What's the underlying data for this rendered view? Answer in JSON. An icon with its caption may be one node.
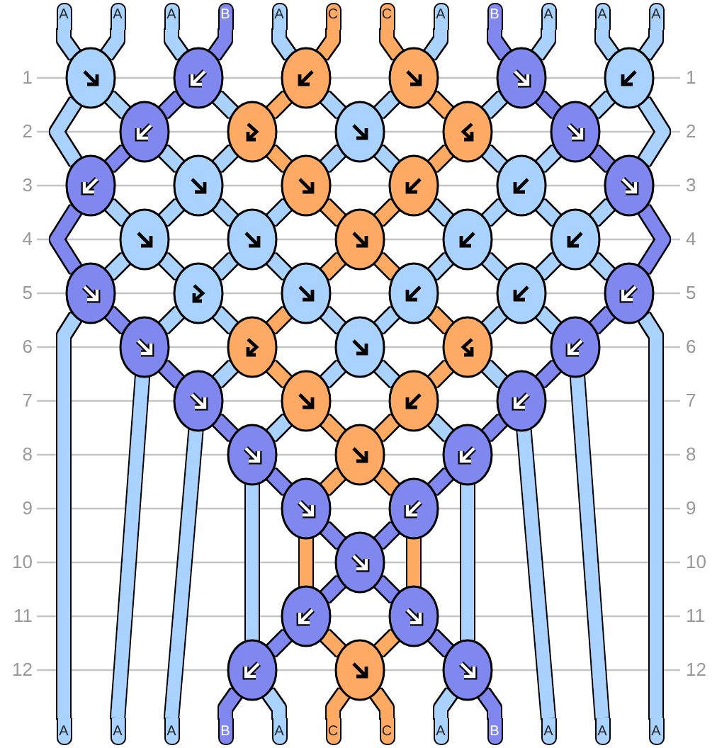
{
  "diagram": {
    "nodes": [
      {
        "text": [
          "A"
        ]
      },
      {
        "text": [
          "A"
        ]
      },
      {
        "text": [
          "A"
        ]
      },
      {
        "text": [
          "B"
        ]
      },
      {
        "text": [
          "A"
        ]
      },
      {
        "text": [
          "C"
        ]
      },
      {
        "text": [
          "C"
        ]
      },
      {
        "text": [
          "A"
        ]
      },
      {
        "text": [
          "B"
        ]
      },
      {
        "text": [
          "A"
        ]
      },
      {
        "text": [
          "A"
        ]
      },
      {
        "text": [
          "A"
        ]
      },
      {
        "text": [],
        "shape": "ellipse"
      },
      {
        "text": [],
        "shape": "ellipse"
      },
      {
        "text": [],
        "shape": "ellipse"
      },
      {
        "text": [],
        "shape": "ellipse"
      },
      {
        "text": [],
        "shape": "ellipse"
      },
      {
        "text": [],
        "shape": "ellipse"
      },
      {
        "text": [],
        "shape": "ellipse"
      },
      {
        "text": [],
        "shape": "ellipse"
      },
      {
        "text": [],
        "shape": "ellipse"
      },
      {
        "text": [],
        "shape": "ellipse"
      },
      {
        "text": [],
        "shape": "ellipse"
      },
      {
        "text": [],
        "shape": "ellipse"
      },
      {
        "text": [],
        "shape": "ellipse"
      },
      {
        "text": [],
        "shape": "ellipse"
      },
      {
        "text": [],
        "shape": "ellipse"
      },
      {
        "text": [],
        "shape": "ellipse"
      },
      {
        "text": [],
        "shape": "ellipse"
      },
      {
        "text": [],
        "shape": "ellipse"
      },
      {
        "text": [],
        "shape": "ellipse"
      },
      {
        "text": [],
        "shape": "ellipse"
      },
      {
        "text": [],
        "shape": "ellipse"
      },
      {
        "text": [],
        "shape": "ellipse"
      },
      {
        "text": [],
        "shape": "ellipse"
      },
      {
        "text": [],
        "shape": "ellipse"
      },
      {
        "text": [],
        "shape": "ellipse"
      },
      {
        "text": [],
        "shape": "ellipse"
      },
      {
        "text": [],
        "shape": "ellipse"
      },
      {
        "text": [],
        "shape": "ellipse"
      },
      {
        "text": [],
        "shape": "ellipse"
      },
      {
        "text": [],
        "shape": "ellipse"
      },
      {
        "text": [],
        "shape": "ellipse"
      },
      {
        "text": [],
        "shape": "ellipse"
      },
      {
        "text": [],
        "shape": "ellipse"
      },
      {
        "text": [],
        "shape": "ellipse"
      },
      {
        "text": [],
        "shape": "ellipse"
      },
      {
        "text": [],
        "shape": "ellipse"
      },
      {
        "text": [],
        "shape": "ellipse"
      },
      {
        "text": [],
        "shape": "ellipse"
      },
      {
        "text": [],
        "shape": "ellipse"
      },
      {
        "text": [],
        "shape": "ellipse"
      },
      {
        "text": [],
        "shape": "ellipse"
      },
      {
        "text": [],
        "shape": "ellipse"
      },
      {
        "text": [],
        "shape": "ellipse"
      },
      {
        "text": [],
        "shape": "ellipse"
      },
      {
        "text": [],
        "shape": "ellipse"
      },
      {
        "text": [],
        "shape": "ellipse"
      },
      {
        "text": [],
        "shape": "ellipse"
      },
      {
        "text": [],
        "shape": "ellipse"
      },
      {
        "text": [
          "A"
        ]
      },
      {
        "text": [
          "A"
        ]
      },
      {
        "text": [
          "A"
        ]
      },
      {
        "text": [
          "B"
        ]
      },
      {
        "text": [
          "A"
        ]
      },
      {
        "text": [
          "C"
        ]
      },
      {
        "text": [
          "C"
        ]
      },
      {
        "text": [
          "A"
        ]
      },
      {
        "text": [
          "B"
        ]
      },
      {
        "text": [
          "A"
        ]
      },
      {
        "text": [
          "A"
        ]
      },
      {
        "text": [
          "A"
        ]
      }
    ],
    "edges": [
      {
        "from": 0,
        "to": 12,
        "arrow": "none"
      },
      {
        "from": 1,
        "to": 12,
        "arrow": "none"
      },
      {
        "from": 2,
        "to": 13,
        "arrow": "none"
      },
      {
        "from": 3,
        "to": 13,
        "arrow": "none",
        "color": "#8088f0"
      },
      {
        "from": 4,
        "to": 14,
        "arrow": "none"
      },
      {
        "from": 5,
        "to": 14,
        "arrow": "none",
        "color": "#ffaa64"
      },
      {
        "from": 6,
        "to": 15,
        "arrow": "none",
        "color": "#ffaa64"
      },
      {
        "from": 7,
        "to": 15,
        "arrow": "none"
      },
      {
        "from": 8,
        "to": 16,
        "arrow": "none",
        "color": "#8088f0"
      },
      {
        "from": 9,
        "to": 16,
        "arrow": "none"
      },
      {
        "from": 10,
        "to": 17,
        "arrow": "none"
      },
      {
        "from": 11,
        "to": 17,
        "arrow": "none"
      },
      {
        "from": 12,
        "to": 18,
        "arrow": "none"
      },
      {
        "from": 13,
        "to": 18,
        "arrow": "none",
        "color": "#8088f0"
      },
      {
        "from": 13,
        "to": 19,
        "arrow": "none"
      },
      {
        "from": 14,
        "to": 19,
        "arrow": "none",
        "color": "#ffaa64"
      },
      {
        "from": 14,
        "to": 20,
        "arrow": "none"
      },
      {
        "from": 15,
        "to": 20,
        "arrow": "none"
      },
      {
        "from": 15,
        "to": 21,
        "arrow": "none",
        "color": "#ffaa64"
      },
      {
        "from": 16,
        "to": 21,
        "arrow": "none"
      },
      {
        "from": 16,
        "to": 22,
        "arrow": "none",
        "color": "#8088f0"
      },
      {
        "from": 17,
        "to": 22,
        "arrow": "none"
      },
      {
        "from": 12,
        "to": 23,
        "arrow": "none"
      },
      {
        "from": 18,
        "to": 23,
        "arrow": "none",
        "color": "#8088f0"
      },
      {
        "from": 18,
        "to": 24,
        "arrow": "none"
      },
      {
        "from": 19,
        "to": 24,
        "arrow": "none"
      },
      {
        "from": 19,
        "to": 25,
        "arrow": "none",
        "color": "#ffaa64"
      },
      {
        "from": 20,
        "to": 25,
        "arrow": "none"
      },
      {
        "from": 20,
        "to": 26,
        "arrow": "none"
      },
      {
        "from": 21,
        "to": 26,
        "arrow": "none",
        "color": "#ffaa64"
      },
      {
        "from": 21,
        "to": 27,
        "arrow": "none"
      },
      {
        "from": 22,
        "to": 27,
        "arrow": "none"
      },
      {
        "from": 22,
        "to": 28,
        "arrow": "none",
        "color": "#8088f0"
      },
      {
        "from": 17,
        "to": 28,
        "arrow": "none"
      },
      {
        "from": 23,
        "to": 29,
        "arrow": "none"
      },
      {
        "from": 24,
        "to": 29,
        "arrow": "none"
      },
      {
        "from": 24,
        "to": 30,
        "arrow": "none"
      },
      {
        "from": 25,
        "to": 30,
        "arrow": "none"
      },
      {
        "from": 25,
        "to": 31,
        "arrow": "none",
        "color": "#ffaa64"
      },
      {
        "from": 26,
        "to": 31,
        "arrow": "none",
        "color": "#ffaa64"
      },
      {
        "from": 26,
        "to": 32,
        "arrow": "none"
      },
      {
        "from": 27,
        "to": 32,
        "arrow": "none"
      },
      {
        "from": 27,
        "to": 33,
        "arrow": "none"
      },
      {
        "from": 28,
        "to": 33,
        "arrow": "none"
      },
      {
        "from": 23,
        "to": 34,
        "arrow": "none",
        "color": "#8088f0"
      },
      {
        "from": 29,
        "to": 34,
        "arrow": "none"
      },
      {
        "from": 29,
        "to": 35,
        "arrow": "none"
      },
      {
        "from": 30,
        "to": 35,
        "arrow": "none"
      },
      {
        "from": 30,
        "to": 36,
        "arrow": "none"
      },
      {
        "from": 31,
        "to": 36,
        "arrow": "none",
        "color": "#ffaa64"
      },
      {
        "from": 31,
        "to": 37,
        "arrow": "none",
        "color": "#ffaa64"
      },
      {
        "from": 32,
        "to": 37,
        "arrow": "none"
      },
      {
        "from": 32,
        "to": 38,
        "arrow": "none"
      },
      {
        "from": 33,
        "to": 38,
        "arrow": "none"
      },
      {
        "from": 33,
        "to": 39,
        "arrow": "none"
      },
      {
        "from": 28,
        "to": 39,
        "arrow": "none",
        "color": "#8088f0"
      },
      {
        "from": 34,
        "to": 40,
        "arrow": "none",
        "color": "#8088f0"
      },
      {
        "from": 35,
        "to": 40,
        "arrow": "none"
      },
      {
        "from": 35,
        "to": 41,
        "arrow": "none"
      },
      {
        "from": 36,
        "to": 41,
        "arrow": "none",
        "color": "#ffaa64"
      },
      {
        "from": 36,
        "to": 42,
        "arrow": "none"
      },
      {
        "from": 37,
        "to": 42,
        "arrow": "none"
      },
      {
        "from": 37,
        "to": 43,
        "arrow": "none",
        "color": "#ffaa64"
      },
      {
        "from": 38,
        "to": 43,
        "arrow": "none"
      },
      {
        "from": 38,
        "to": 44,
        "arrow": "none"
      },
      {
        "from": 39,
        "to": 44,
        "arrow": "none",
        "color": "#8088f0"
      },
      {
        "from": 40,
        "to": 45,
        "arrow": "none",
        "color": "#8088f0"
      },
      {
        "from": 41,
        "to": 45,
        "arrow": "none"
      },
      {
        "from": 41,
        "to": 46,
        "arrow": "none",
        "color": "#ffaa64"
      },
      {
        "from": 42,
        "to": 46,
        "arrow": "none"
      },
      {
        "from": 42,
        "to": 47,
        "arrow": "none"
      },
      {
        "from": 43,
        "to": 47,
        "arrow": "none",
        "color": "#ffaa64"
      },
      {
        "from": 43,
        "to": 48,
        "arrow": "none"
      },
      {
        "from": 44,
        "to": 48,
        "arrow": "none",
        "color": "#8088f0"
      },
      {
        "from": 45,
        "to": 49,
        "arrow": "none",
        "color": "#8088f0"
      },
      {
        "from": 46,
        "to": 49,
        "arrow": "none"
      },
      {
        "from": 46,
        "to": 50,
        "arrow": "none",
        "color": "#ffaa64"
      },
      {
        "from": 47,
        "to": 50,
        "arrow": "none",
        "color": "#ffaa64"
      },
      {
        "from": 47,
        "to": 51,
        "arrow": "none"
      },
      {
        "from": 48,
        "to": 51,
        "arrow": "none",
        "color": "#8088f0"
      },
      {
        "from": 49,
        "to": 52,
        "arrow": "none",
        "color": "#8088f0"
      },
      {
        "from": 50,
        "to": 52,
        "arrow": "none",
        "color": "#ffaa64"
      },
      {
        "from": 50,
        "to": 53,
        "arrow": "none",
        "color": "#ffaa64"
      },
      {
        "from": 51,
        "to": 53,
        "arrow": "none",
        "color": "#8088f0"
      },
      {
        "from": 52,
        "to": 54,
        "arrow": "none",
        "color": "#8088f0"
      },
      {
        "from": 53,
        "to": 54,
        "arrow": "none",
        "color": "#8088f0"
      },
      {
        "from": 52,
        "to": 55,
        "arrow": "none",
        "color": "#ffaa64"
      },
      {
        "from": 54,
        "to": 55,
        "arrow": "none",
        "color": "#8088f0"
      },
      {
        "from": 54,
        "to": 56,
        "arrow": "none",
        "color": "#8088f0"
      },
      {
        "from": 53,
        "to": 56,
        "arrow": "none",
        "color": "#ffaa64"
      },
      {
        "from": 49,
        "to": 57,
        "arrow": "none"
      },
      {
        "from": 55,
        "to": 57,
        "arrow": "none",
        "color": "#8088f0"
      },
      {
        "from": 55,
        "to": 58,
        "arrow": "none",
        "color": "#ffaa64"
      },
      {
        "from": 56,
        "to": 58,
        "arrow": "none",
        "color": "#ffaa64"
      },
      {
        "from": 56,
        "to": 59,
        "arrow": "none",
        "color": "#8088f0"
      },
      {
        "from": 51,
        "to": 59,
        "arrow": "none"
      },
      {
        "from": 34,
        "to": 60,
        "arrow": "none"
      },
      {
        "from": 40,
        "to": 61,
        "arrow": "none"
      },
      {
        "from": 45,
        "to": 62,
        "arrow": "none"
      },
      {
        "from": 57,
        "to": 63,
        "arrow": "none",
        "color": "#8088f0"
      },
      {
        "from": 57,
        "to": 64,
        "arrow": "none"
      },
      {
        "from": 58,
        "to": 65,
        "arrow": "none",
        "color": "#ffaa64"
      },
      {
        "from": 58,
        "to": 66,
        "arrow": "none",
        "color": "#ffaa64"
      },
      {
        "from": 59,
        "to": 67,
        "arrow": "none"
      },
      {
        "from": 59,
        "to": 68,
        "arrow": "none",
        "color": "#8088f0"
      },
      {
        "from": 48,
        "to": 69,
        "arrow": "none"
      },
      {
        "from": 44,
        "to": 70,
        "arrow": "none"
      },
      {
        "from": 39,
        "to": 71,
        "arrow": "none"
      }
    ],
    "labels": [
      "1",
      "1",
      "2",
      "2",
      "3",
      "3",
      "4",
      "4",
      "5",
      "5",
      "6",
      "6",
      "7",
      "7",
      "8",
      "8",
      "9",
      "9",
      "10",
      "10",
      "11",
      "11",
      "12",
      "12"
    ]
  }
}
